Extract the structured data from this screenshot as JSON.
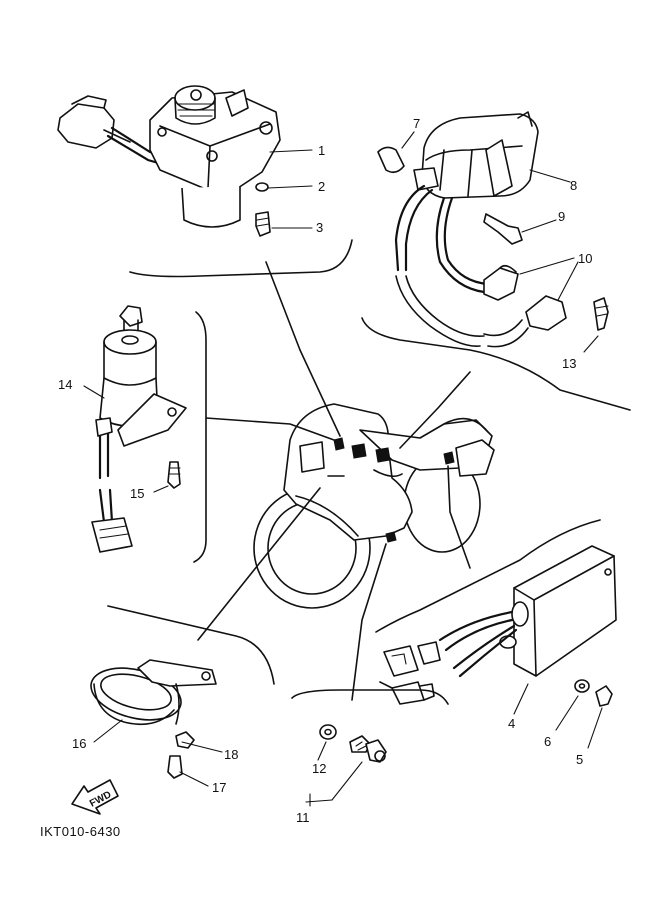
{
  "drawing_code": "IKT010-6430",
  "fwd_label": "FWD",
  "callouts": {
    "c1": "1",
    "c2": "2",
    "c3": "3",
    "c4": "4",
    "c5": "5",
    "c6": "6",
    "c7": "7",
    "c8": "8",
    "c9": "9",
    "c10": "10",
    "c11": "11",
    "c12": "12",
    "c13": "13",
    "c14": "14",
    "c15": "15",
    "c16": "16",
    "c17": "17",
    "c18": "18"
  }
}
